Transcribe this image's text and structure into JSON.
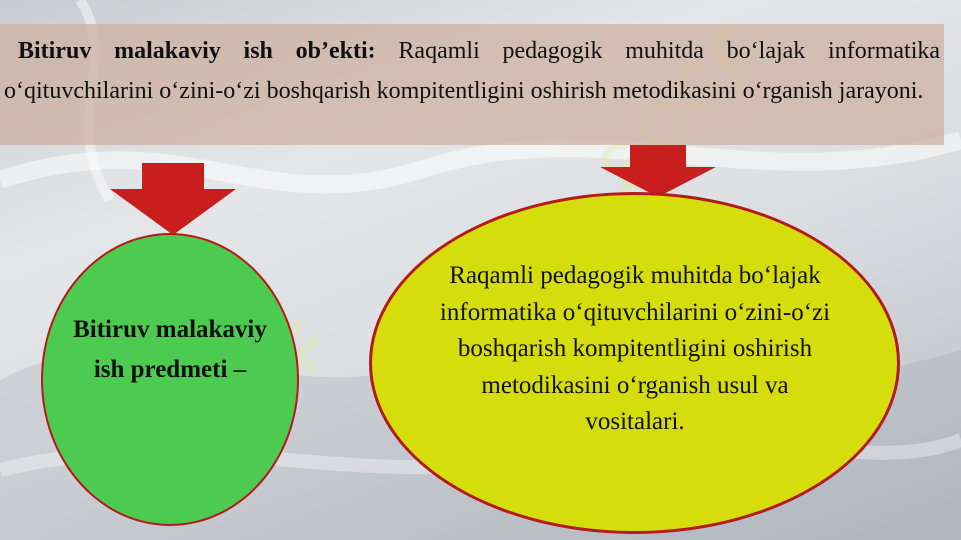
{
  "object": {
    "lead": "Bitiruv malakaviy ish ob’ekti:",
    "text": "Raqamli pedagogik muhitda bo‘lajak informatika o‘qituvchilarini o‘zini-o‘zi boshqarish kompitentligini oshirish metodikasini o‘rganish jarayoni."
  },
  "subject": {
    "label": "Bitiruv malakaviy ish predmeti –"
  },
  "subject_detail": {
    "text": "Raqamli pedagogik muhitda bo‘lajak informatika o‘qituvchilarini o‘zini-o‘zi boshqarish kompitentligini oshirish metodikasini o‘rganish usul va vositalari."
  },
  "colors": {
    "object_bg": "#cdaf a0",
    "green_circle": "#4dcb50",
    "yellow_circle": "#d6dd0c",
    "arrow": "#c81e1e"
  },
  "watermark": "SOFF"
}
